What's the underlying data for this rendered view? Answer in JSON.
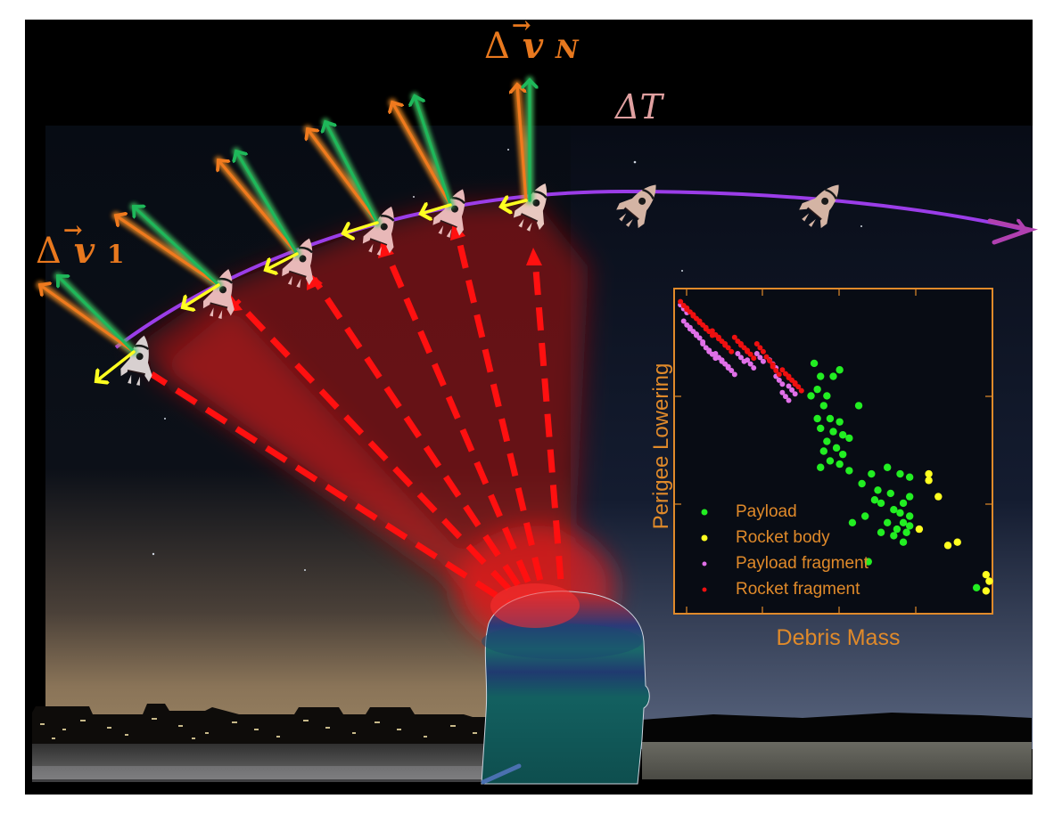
{
  "labels": {
    "delta_v1": "Δv⃗₁",
    "delta_v1_base": "Δ",
    "delta_v1_v": "v",
    "delta_v1_sub": "1",
    "delta_vN_base": "Δ",
    "delta_vN_v": "v",
    "delta_vN_sub": "N",
    "delta_T": "ΔT"
  },
  "colors": {
    "label_orange": "#e8781e",
    "delta_T_pink": "#e0a0a0",
    "orbit_purple": "#9b3de8",
    "arrow_orange": "#f07a1e",
    "arrow_green": "#1eb85a",
    "arrow_yellow": "#ffff20",
    "laser_red": "#ff1010",
    "plot_orange": "#e08a2a"
  },
  "chart_data": {
    "type": "scatter",
    "title": "",
    "xlabel": "Debris Mass",
    "ylabel": "Perigee Lowering",
    "xscale": "log",
    "yscale": "log",
    "tick_labels_shown": false,
    "grid": false,
    "legend_position": "lower-left",
    "legend": [
      "Payload",
      "Rocket body",
      "Payload fragment",
      "Rocket fragment"
    ],
    "series": [
      {
        "name": "Payload",
        "color": "#22ee22",
        "marker_size": "large",
        "points_normalized": [
          [
            0.44,
            0.23
          ],
          [
            0.46,
            0.27
          ],
          [
            0.5,
            0.27
          ],
          [
            0.52,
            0.25
          ],
          [
            0.45,
            0.31
          ],
          [
            0.48,
            0.33
          ],
          [
            0.43,
            0.33
          ],
          [
            0.47,
            0.36
          ],
          [
            0.58,
            0.36
          ],
          [
            0.45,
            0.4
          ],
          [
            0.49,
            0.4
          ],
          [
            0.52,
            0.41
          ],
          [
            0.46,
            0.43
          ],
          [
            0.5,
            0.44
          ],
          [
            0.53,
            0.45
          ],
          [
            0.55,
            0.46
          ],
          [
            0.48,
            0.47
          ],
          [
            0.51,
            0.49
          ],
          [
            0.47,
            0.5
          ],
          [
            0.53,
            0.51
          ],
          [
            0.49,
            0.53
          ],
          [
            0.52,
            0.54
          ],
          [
            0.46,
            0.55
          ],
          [
            0.55,
            0.56
          ],
          [
            0.59,
            0.6
          ],
          [
            0.62,
            0.57
          ],
          [
            0.64,
            0.62
          ],
          [
            0.67,
            0.55
          ],
          [
            0.71,
            0.57
          ],
          [
            0.74,
            0.58
          ],
          [
            0.63,
            0.65
          ],
          [
            0.65,
            0.66
          ],
          [
            0.6,
            0.7
          ],
          [
            0.68,
            0.63
          ],
          [
            0.69,
            0.68
          ],
          [
            0.71,
            0.69
          ],
          [
            0.72,
            0.72
          ],
          [
            0.73,
            0.75
          ],
          [
            0.74,
            0.73
          ],
          [
            0.72,
            0.66
          ],
          [
            0.7,
            0.74
          ],
          [
            0.69,
            0.76
          ],
          [
            0.67,
            0.72
          ],
          [
            0.65,
            0.75
          ],
          [
            0.72,
            0.78
          ],
          [
            0.74,
            0.7
          ],
          [
            0.56,
            0.72
          ],
          [
            0.61,
            0.84
          ],
          [
            0.74,
            0.64
          ],
          [
            0.95,
            0.92
          ]
        ]
      },
      {
        "name": "Rocket body",
        "color": "#ffff20",
        "marker_size": "large",
        "points_normalized": [
          [
            0.8,
            0.57
          ],
          [
            0.8,
            0.59
          ],
          [
            0.83,
            0.64
          ],
          [
            0.77,
            0.74
          ],
          [
            0.86,
            0.79
          ],
          [
            0.89,
            0.78
          ],
          [
            0.98,
            0.88
          ],
          [
            0.99,
            0.9
          ],
          [
            0.98,
            0.93
          ]
        ]
      },
      {
        "name": "Payload fragment",
        "color": "#e070e8",
        "marker_size": "small",
        "points_normalized": [
          [
            0.02,
            0.05
          ],
          [
            0.03,
            0.1
          ],
          [
            0.05,
            0.12
          ],
          [
            0.07,
            0.14
          ],
          [
            0.09,
            0.17
          ],
          [
            0.11,
            0.19
          ],
          [
            0.13,
            0.2
          ],
          [
            0.15,
            0.22
          ],
          [
            0.17,
            0.24
          ],
          [
            0.2,
            0.2
          ],
          [
            0.23,
            0.22
          ],
          [
            0.26,
            0.2
          ],
          [
            0.3,
            0.22
          ],
          [
            0.32,
            0.27
          ],
          [
            0.34,
            0.32
          ],
          [
            0.36,
            0.3
          ]
        ]
      },
      {
        "name": "Rocket fragment",
        "color": "#ee1010",
        "marker_size": "small",
        "points_normalized": [
          [
            0.02,
            0.04
          ],
          [
            0.04,
            0.06
          ],
          [
            0.06,
            0.08
          ],
          [
            0.08,
            0.1
          ],
          [
            0.1,
            0.12
          ],
          [
            0.12,
            0.13
          ],
          [
            0.14,
            0.15
          ],
          [
            0.16,
            0.17
          ],
          [
            0.19,
            0.15
          ],
          [
            0.21,
            0.17
          ],
          [
            0.23,
            0.19
          ],
          [
            0.26,
            0.17
          ],
          [
            0.29,
            0.21
          ],
          [
            0.31,
            0.24
          ],
          [
            0.34,
            0.25
          ],
          [
            0.36,
            0.27
          ],
          [
            0.38,
            0.29
          ]
        ]
      }
    ]
  }
}
